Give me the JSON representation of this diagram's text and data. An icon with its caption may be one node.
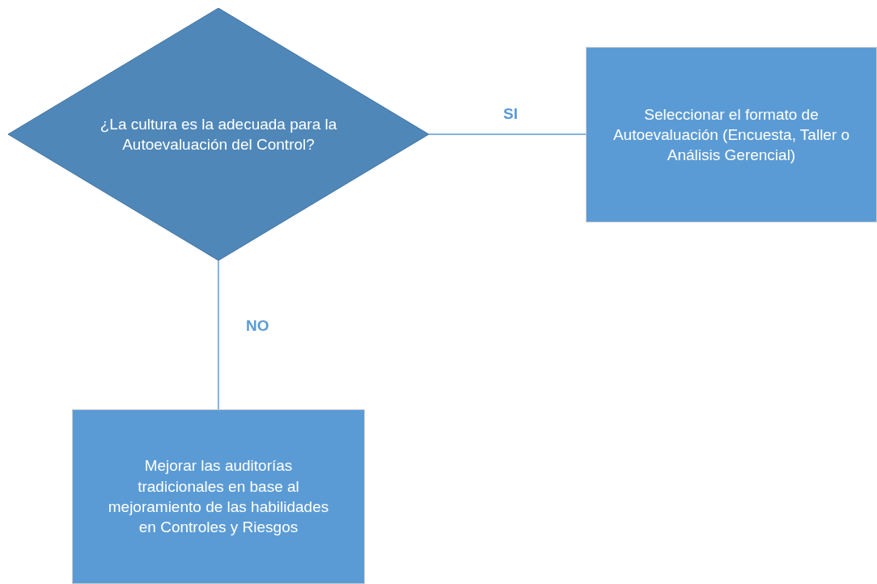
{
  "diagram": {
    "nodes": [
      {
        "text": [
          "¿La cultura es la adecuada para la Autoevaluación del Control?"
        ]
      },
      {
        "text": [
          "Seleccionar el formato de Autoevaluación (Encuesta, Taller o Análisis Gerencial)"
        ]
      },
      {
        "text": [
          "Mejorar las auditorías tradicionales en base al mejoramiento de las habilidades en Controles y Riesgos"
        ]
      }
    ],
    "edges": [
      {
        "from": 0,
        "to": 1,
        "arrow": "none",
        "label": "SI"
      },
      {
        "from": 0,
        "to": 2,
        "arrow": "none",
        "label": "NO"
      }
    ]
  }
}
